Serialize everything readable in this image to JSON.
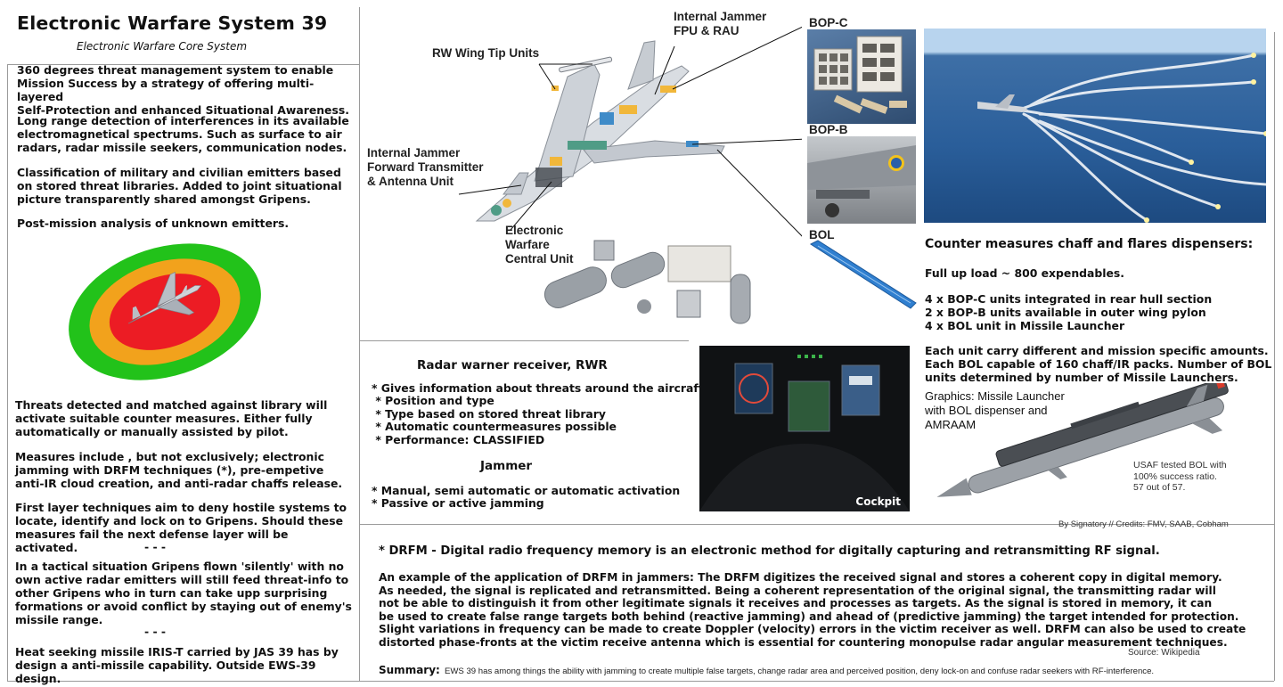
{
  "header": {
    "title": "Electronic Warfare System 39",
    "subtitle": "Electronic Warfare Core System"
  },
  "left_column": {
    "intro_paragraphs": [
      "360 degrees threat management system to enable\nMission Success by a strategy of offering multi-layered\nSelf-Protection and enhanced Situational Awareness.",
      "Long range detection of interferences in its available\nelectromagnetical spectrums. Such as surface to air\nradars, radar missile seekers, communication nodes.",
      "Classification of military and civilian emitters based\non stored threat libraries. Added to joint situational\npicture transparently shared amongst Gripens.",
      "Post-mission analysis of unknown emitters."
    ],
    "lower_paragraphs": [
      "Threats detected and matched against library will\nactivate suitable counter measures. Either fully\nautomatically or manually assisted by pilot.",
      "Measures include , but not exclusively; electronic\njamming with DRFM techniques (*), pre-empetive\nanti-IR cloud creation, and anti-radar chaffs release.",
      "First layer techniques aim to deny hostile systems to\nlocate, identify and lock on to Gripens. Should these\nmeasures fail the next defense layer will be activated."
    ],
    "separator": "- - -",
    "tactical_paragraph": "In a tactical situation Gripens flown 'silently' with no\nown active radar emitters will still feed threat-info to\nother Gripens who in turn can take upp surprising\nformations or avoid conflict by staying out of enemy's\nmissile range.",
    "heat_paragraph": "Heat seeking missile IRIS-T carried by JAS 39 has by\ndesign a anti-missile capability. Outside EWS-39 design."
  },
  "diagram_labels": {
    "rw_wing_tip": "RW Wing Tip Units",
    "internal_jammer_fpu": "Internal Jammer\nFPU & RAU",
    "bop_c": "BOP-C",
    "bop_b": "BOP-B",
    "bol": "BOL",
    "internal_jammer_fwd": "Internal Jammer\nForward Transmitter\n& Antenna Unit",
    "ew_central_unit": "Electronic\nWarfare\nCentral Unit"
  },
  "rwr_section": {
    "rwr_title": "Radar warner receiver, RWR",
    "rwr_items": [
      "* Gives information about threats around the aircraft",
      " * Position and type",
      " * Type based on stored threat library",
      " * Automatic countermeasures possible",
      " * Performance: CLASSIFIED"
    ],
    "jammer_title": "Jammer",
    "jammer_items": [
      "* Manual, semi automatic or automatic activation",
      "* Passive or active jamming"
    ]
  },
  "cockpit_label": "Cockpit",
  "countermeasures": {
    "title": "Counter measures chaff and flares dispensers:",
    "load": "Full up load ~ 800 expendables.",
    "units": "4 x BOP-C units integrated in rear hull section\n2 x BOP-B units available in outer wing pylon\n4 x BOL unit in Missile Launcher",
    "amounts": "Each unit carry different and mission specific amounts.\nEach BOL capable of 160 chaff/IR packs. Number of BOL\nunits determined by number of Missile Launchers.",
    "graphics_caption": "Graphics: Missile Launcher\nwith BOL dispenser and\nAMRAAM",
    "usaf_note": "USAF tested BOL with\n100% success ratio.\n57 out of 57."
  },
  "credits": "By Signatory // Credits: FMV, SAAB, Cobham",
  "drfm": {
    "definition": "* DRFM - Digital radio frequency memory is an electronic method for digitally capturing and retransmitting RF signal.",
    "example": "An example of the application of DRFM in jammers: The DRFM digitizes the received signal and stores a coherent copy in digital memory.\nAs needed, the signal is replicated and retransmitted. Being a coherent representation of the original signal, the transmitting radar will\nnot be able to distinguish it from other legitimate signals it receives and processes as targets. As the signal is stored in memory, it can\nbe used to create false range targets both behind (reactive jamming) and ahead of (predictive jamming) the target intended for protection.\nSlight variations in frequency can be made to create Doppler (velocity) errors in the victim receiver as well. DRFM can also be used to create\ndistorted phase-fronts at the victim receive antenna which is essential for countering monopulse radar angular measurement techniques.",
    "source": "Source: Wikipedia",
    "summary_label": "Summary:",
    "summary_text": "EWS 39 has among things the ability with jamming to create multiple false targets, change radar area and perceived position, deny lock-on and confuse radar seekers with RF-interference."
  },
  "colors": {
    "ring_outer": "#22c21a",
    "ring_middle": "#f2a21c",
    "ring_inner": "#ec1c24",
    "bol_blue": "#2f7fd0",
    "sea_blue": "#2a5e9a"
  }
}
